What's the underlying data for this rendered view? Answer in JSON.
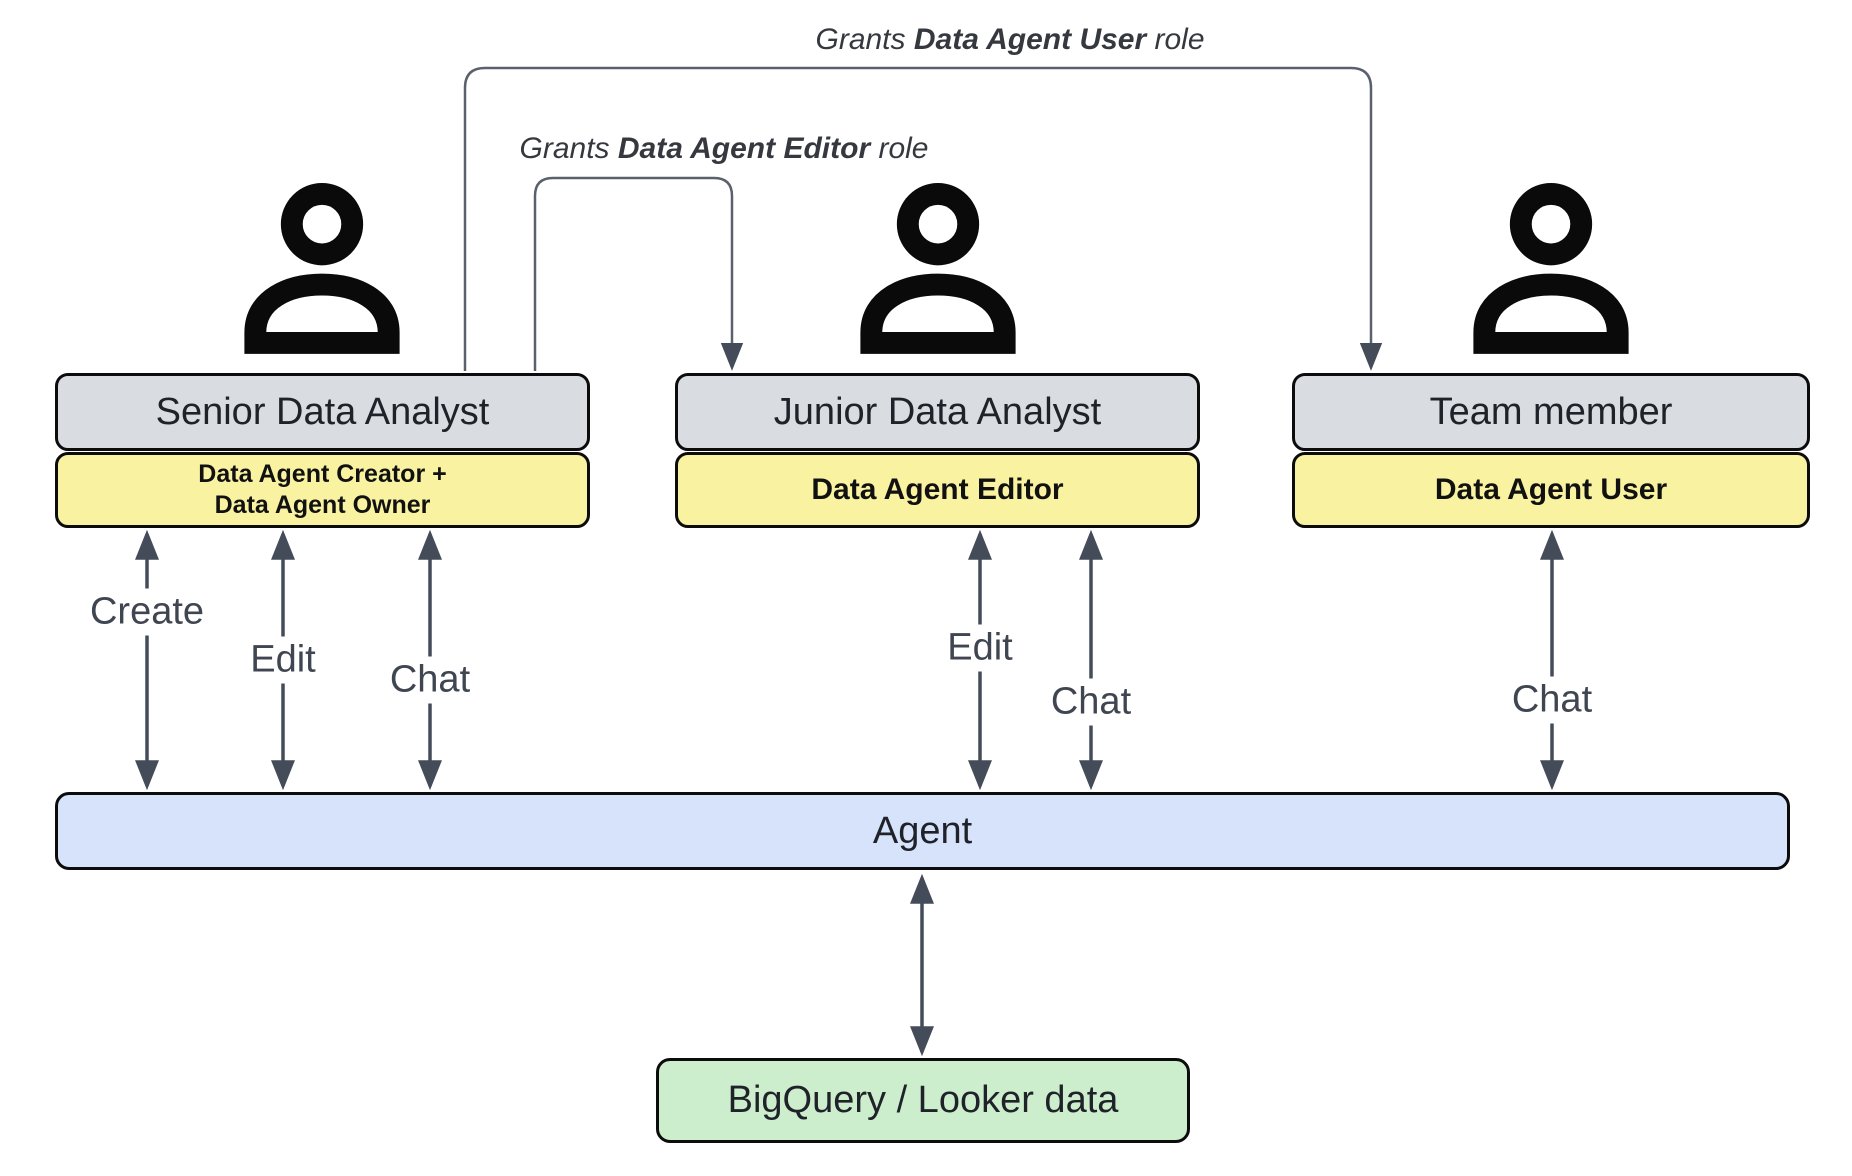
{
  "colors": {
    "canvas-bg": "#ffffff",
    "role-box": "#d9dce1",
    "perm-box": "#f9f2a0",
    "agent-bar": "#d7e3fb",
    "data-box": "#cdeecd",
    "border": "#0c0c0c",
    "arrow": "#454c59",
    "connector": "#5a616d",
    "title-text": "#1f2329",
    "perm-text": "#111111",
    "label-text": "#3f4651",
    "grant-text": "#35393f",
    "icon": "#0a0a0a"
  },
  "grants": {
    "user": {
      "prefix": "Grants ",
      "bold": "Data Agent User",
      "suffix": " role"
    },
    "editor": {
      "prefix": "Grants ",
      "bold": "Data Agent Editor",
      "suffix": " role"
    }
  },
  "actors": [
    {
      "title": "Senior Data Analyst",
      "role_lines": [
        "Data Agent Creator +",
        "Data Agent Owner"
      ],
      "actions": [
        "Create",
        "Edit",
        "Chat"
      ]
    },
    {
      "title": "Junior Data Analyst",
      "role_lines": [
        "Data Agent Editor"
      ],
      "actions": [
        "Edit",
        "Chat"
      ]
    },
    {
      "title": "Team member",
      "role_lines": [
        "Data Agent User"
      ],
      "actions": [
        "Chat"
      ]
    }
  ],
  "agent": {
    "label": "Agent"
  },
  "datasource": {
    "label": "BigQuery / Looker data"
  }
}
